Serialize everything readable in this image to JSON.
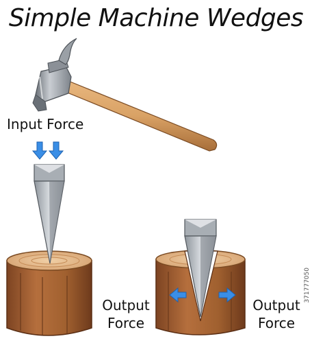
{
  "title": "Simple Machine Wedges",
  "labels": {
    "input_force": "Input Force",
    "output_force_left": {
      "line1": "Output",
      "line2": "Force"
    },
    "output_force_right": {
      "line1": "Output",
      "line2": "Force"
    }
  },
  "watermark": "371777050",
  "icons": {
    "hammer": "hammer-icon",
    "down_arrows": "down-arrow-icon",
    "left_arrow": "left-arrow-icon",
    "right_arrow": "right-arrow-icon"
  },
  "colors": {
    "arrow_blue": "#3a8ee6",
    "wood_dark": "#9a5a2e",
    "wood_light": "#d9a878",
    "blade": "#b9bec4",
    "handle": "#d9a265"
  }
}
